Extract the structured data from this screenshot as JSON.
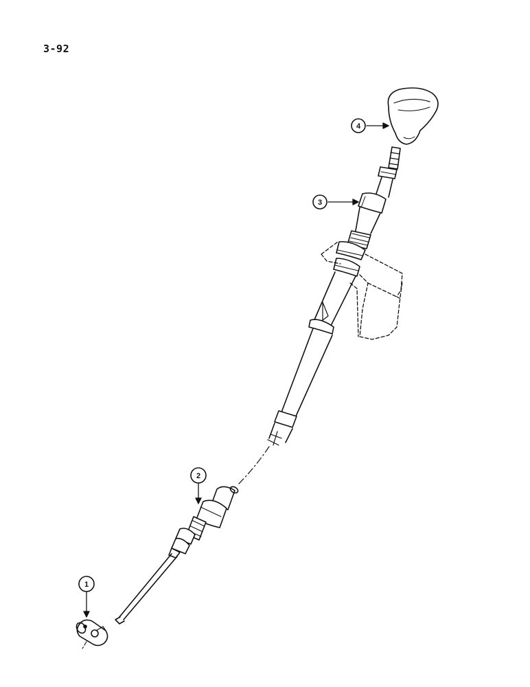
{
  "page": {
    "number": "3-92"
  },
  "callouts": [
    {
      "label": "1",
      "part": "cable-end-clevis"
    },
    {
      "label": "2",
      "part": "cable-adjuster"
    },
    {
      "label": "3",
      "part": "shift-lever"
    },
    {
      "label": "4",
      "part": "shift-knob"
    }
  ],
  "colors": {
    "ink": "#111111",
    "background": "#ffffff"
  }
}
